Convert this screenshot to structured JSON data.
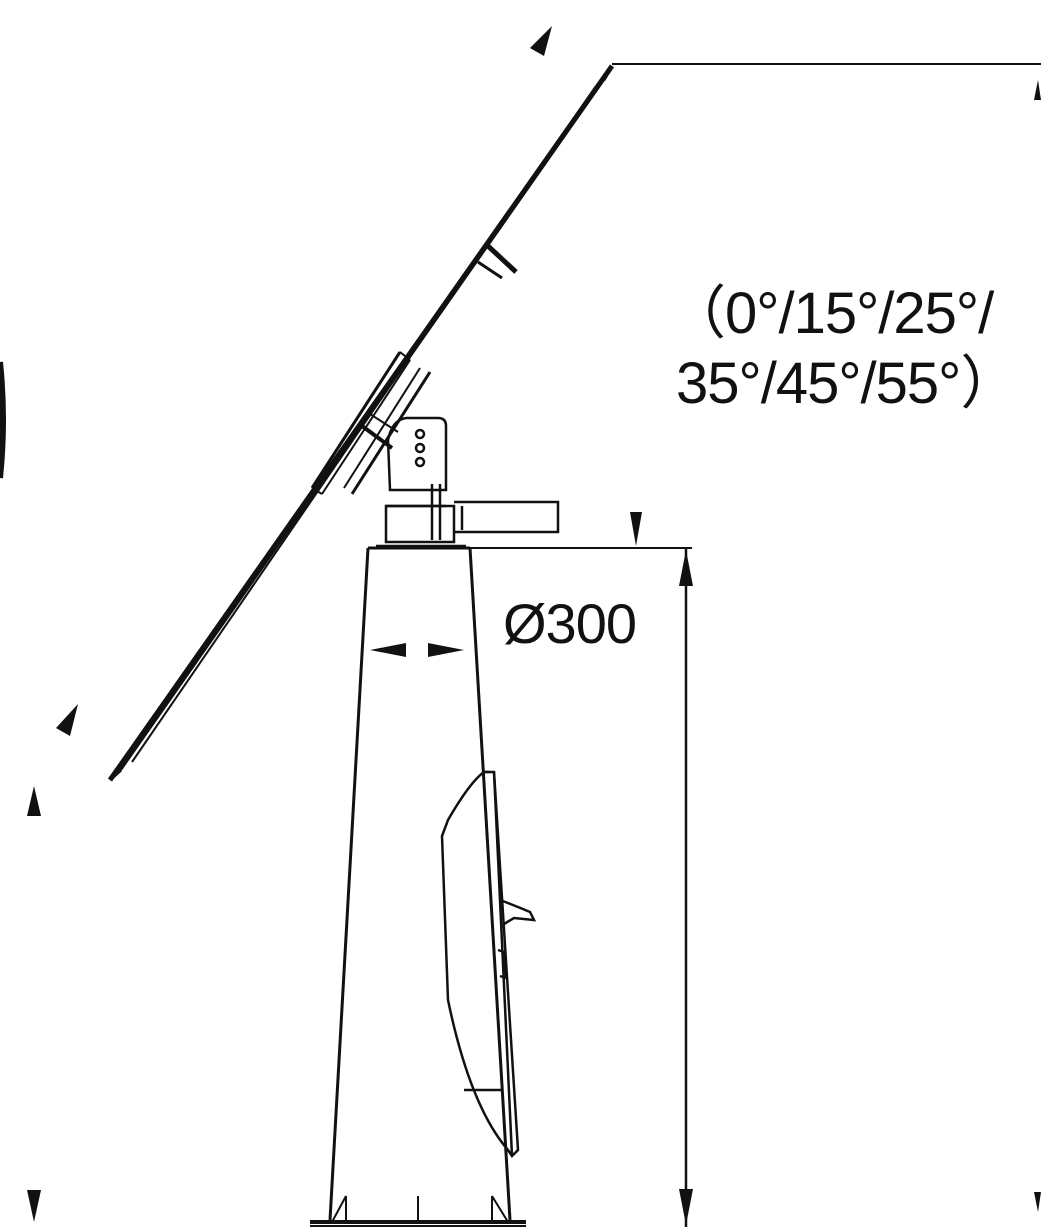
{
  "diagram": {
    "angle_options_line1": "（0°/15°/25°/",
    "angle_options_line2": "35°/45°/55°）",
    "diameter_label": "Ø300"
  }
}
